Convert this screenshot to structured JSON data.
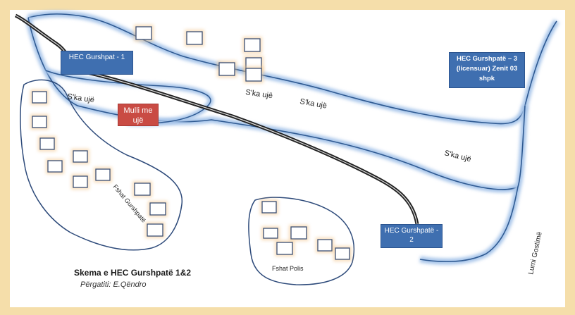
{
  "labels": {
    "hec1": "HEC Gurshpat - 1",
    "hec2": "HEC Gurshpatë - 2",
    "hec3": "HEC Gurshpatë – 3 (licensuar) Zenit 03 shpk",
    "mulli": "Mulli me ujë",
    "ska1": "S'ka ujë",
    "ska2": "S'ka ujë",
    "ska3": "S'ka ujë",
    "ska4": "S'ka ujë",
    "village_gurshpate": "Fshat Gurshpatë",
    "village_polis": "Fshat Polis",
    "river": "Lumi Gostimë"
  },
  "caption": {
    "title": "Skema e HEC Gurshpatë 1&2",
    "author": "Përgatiti: E.Qëndro"
  },
  "colors": {
    "background": "#f5deaa",
    "canvas": "#ffffff",
    "river": "#2f5a92",
    "river_glow": "#a9c6ea",
    "pipeline": "#222222",
    "house_fill": "#ffffff",
    "house_border": "#3a4e73",
    "house_glow": "#f2c489",
    "hec_box": "#3f6fb0",
    "mill_box": "#c94b44",
    "outline": "#2d4a7a"
  }
}
